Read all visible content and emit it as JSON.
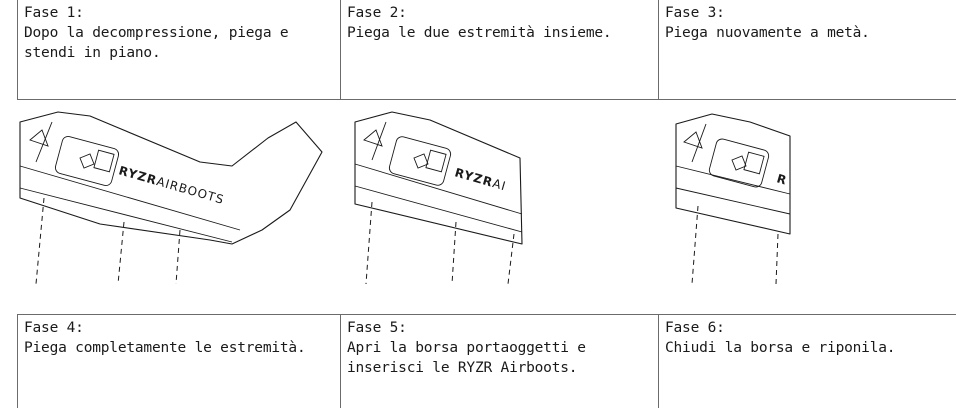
{
  "steps": [
    {
      "title": "Fase 1:",
      "text": "Dopo la decompressione, piega e stendi in piano."
    },
    {
      "title": "Fase 2:",
      "text": "Piega le due estremità insieme."
    },
    {
      "title": "Fase 3:",
      "text": "Piega nuovamente a metà."
    },
    {
      "title": "Fase 4:",
      "text": "Piega completamente le estremità."
    },
    {
      "title": "Fase 5:",
      "text": "Apri la borsa portaoggetti e inserisci le RYZR Airboots."
    },
    {
      "title": "Fase 6:",
      "text": "Chiudi la borsa e riponila."
    }
  ],
  "illustrations": [
    {
      "icon": "airboot-unfolded-icon",
      "brand_bold": "RYZR",
      "brand_rest": "AIRBOOTS"
    },
    {
      "icon": "airboot-ends-folded-icon",
      "brand_bold": "RYZR",
      "brand_rest": "AI"
    },
    {
      "icon": "airboot-half-folded-icon",
      "brand_bold": "R",
      "brand_rest": ""
    }
  ]
}
